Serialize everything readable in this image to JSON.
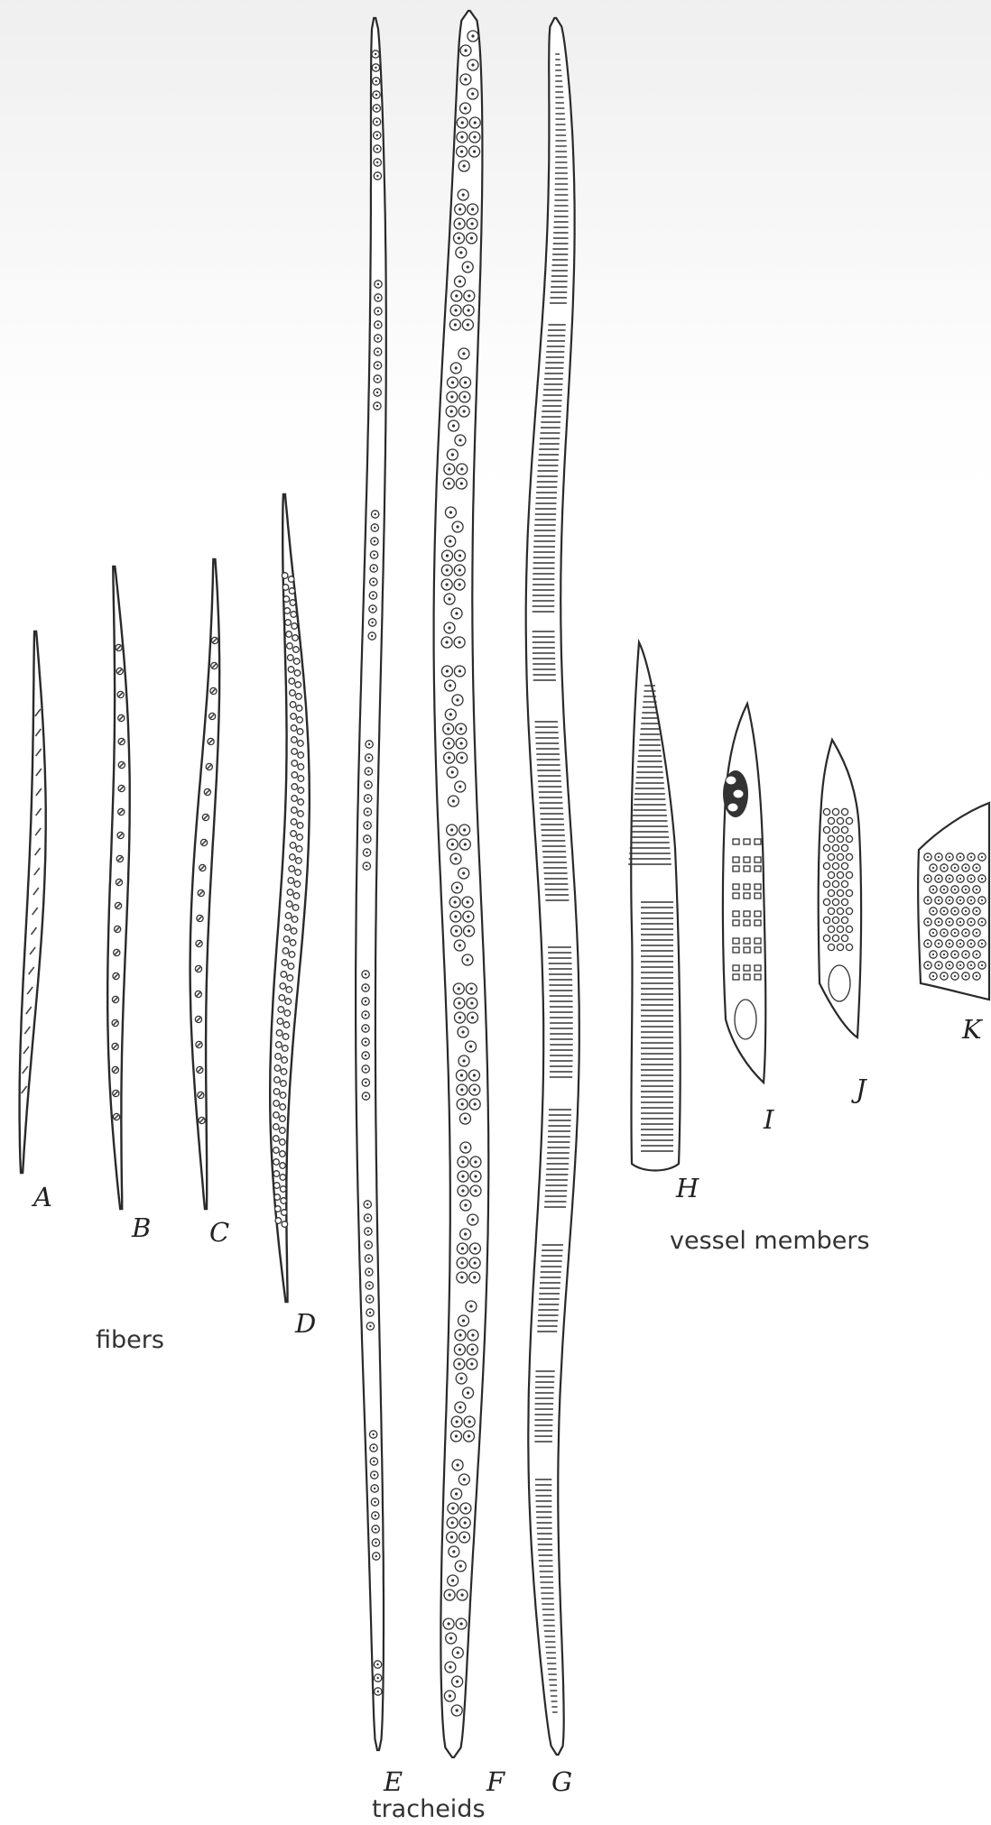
{
  "labels": {
    "A": "A",
    "B": "B",
    "C": "C",
    "D": "D",
    "E": "E",
    "F": "F",
    "G": "G",
    "H": "H",
    "I": "I",
    "J": "J",
    "K": "K"
  },
  "captions": {
    "fibers": "fibers",
    "vessel_members": "vessel members",
    "tracheids": "tracheids"
  }
}
